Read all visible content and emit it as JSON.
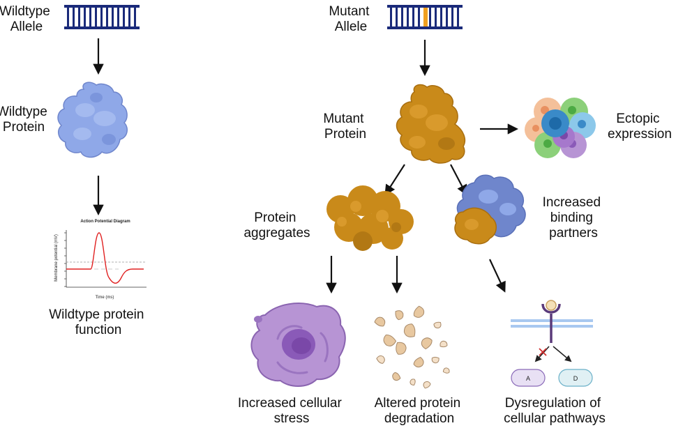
{
  "labels": {
    "wildtype_allele": [
      "Wildtype",
      "Allele"
    ],
    "mutant_allele": [
      "Mutant",
      "Allele"
    ],
    "wildtype_protein": [
      "Wildtype",
      "Protein"
    ],
    "mutant_protein": [
      "Mutant",
      "Protein"
    ],
    "ectopic_expression": [
      "Ectopic",
      "expression"
    ],
    "protein_aggregates": [
      "Protein",
      "aggregates"
    ],
    "increased_binding_partners": [
      "Increased",
      "binding",
      "partners"
    ],
    "wildtype_protein_function": [
      "Wildtype protein",
      "function"
    ],
    "increased_cellular_stress": [
      "Increased cellular",
      "stress"
    ],
    "altered_protein_degradation": [
      "Altered protein",
      "degradation"
    ],
    "dysregulation_of_cellular_pathways": [
      "Dysregulation of",
      "cellular pathways"
    ]
  },
  "action_potential": {
    "title": "Action Potential Diagram",
    "xlabel": "Time (ms)",
    "ylabel": "Membrane potential (mV)"
  },
  "pathway_nodes": {
    "left": "A",
    "right": "D"
  },
  "colors": {
    "dna": "#1a2a7a",
    "mutation": "#f0a020",
    "wildtype_protein": "#8fa8e8",
    "mutant_protein": "#c98a1a",
    "cell": "#b794d4",
    "fragments": "#e8c8a0",
    "membrane": "#a8c8f0",
    "ap_curve": "#e02020"
  }
}
